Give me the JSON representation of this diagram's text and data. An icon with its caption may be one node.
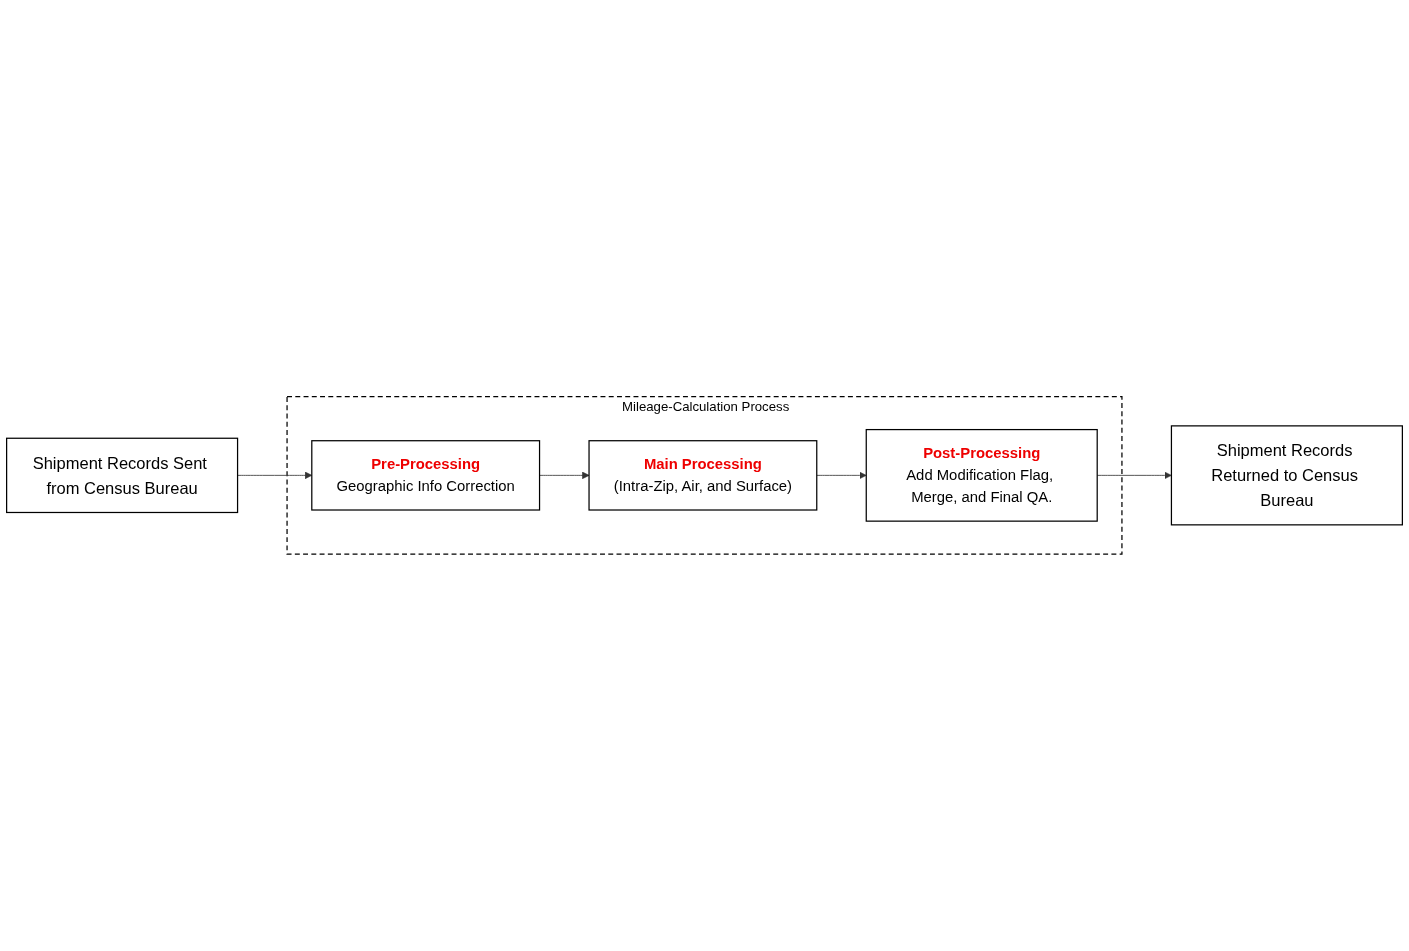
{
  "diagram": {
    "nodes": [
      {
        "text": [
          "Shipment Records Sent from Census Bureau"
        ]
      },
      {
        "text": [
          "Mileage-Calculation Process"
        ]
      },
      {
        "text": [
          "Pre-Processing",
          "Geographic Info Correction"
        ],
        "in": 1
      },
      {
        "text": [
          "Main Processing",
          "(Intra-Zip, Air, and Surface)"
        ],
        "in": 1
      },
      {
        "text": [
          "Post-Processing",
          "Add Modification Flag, Merge, and Final QA."
        ],
        "in": 1
      },
      {
        "text": [
          "Shipment Records Returned to Census Bureau"
        ]
      }
    ],
    "edges": [
      {
        "from": 0,
        "to": 2,
        "arrow": "to"
      },
      {
        "from": 2,
        "to": 3,
        "arrow": "to"
      },
      {
        "from": 3,
        "to": 4,
        "arrow": "to"
      },
      {
        "from": 4,
        "to": 5,
        "arrow": "to"
      }
    ]
  }
}
